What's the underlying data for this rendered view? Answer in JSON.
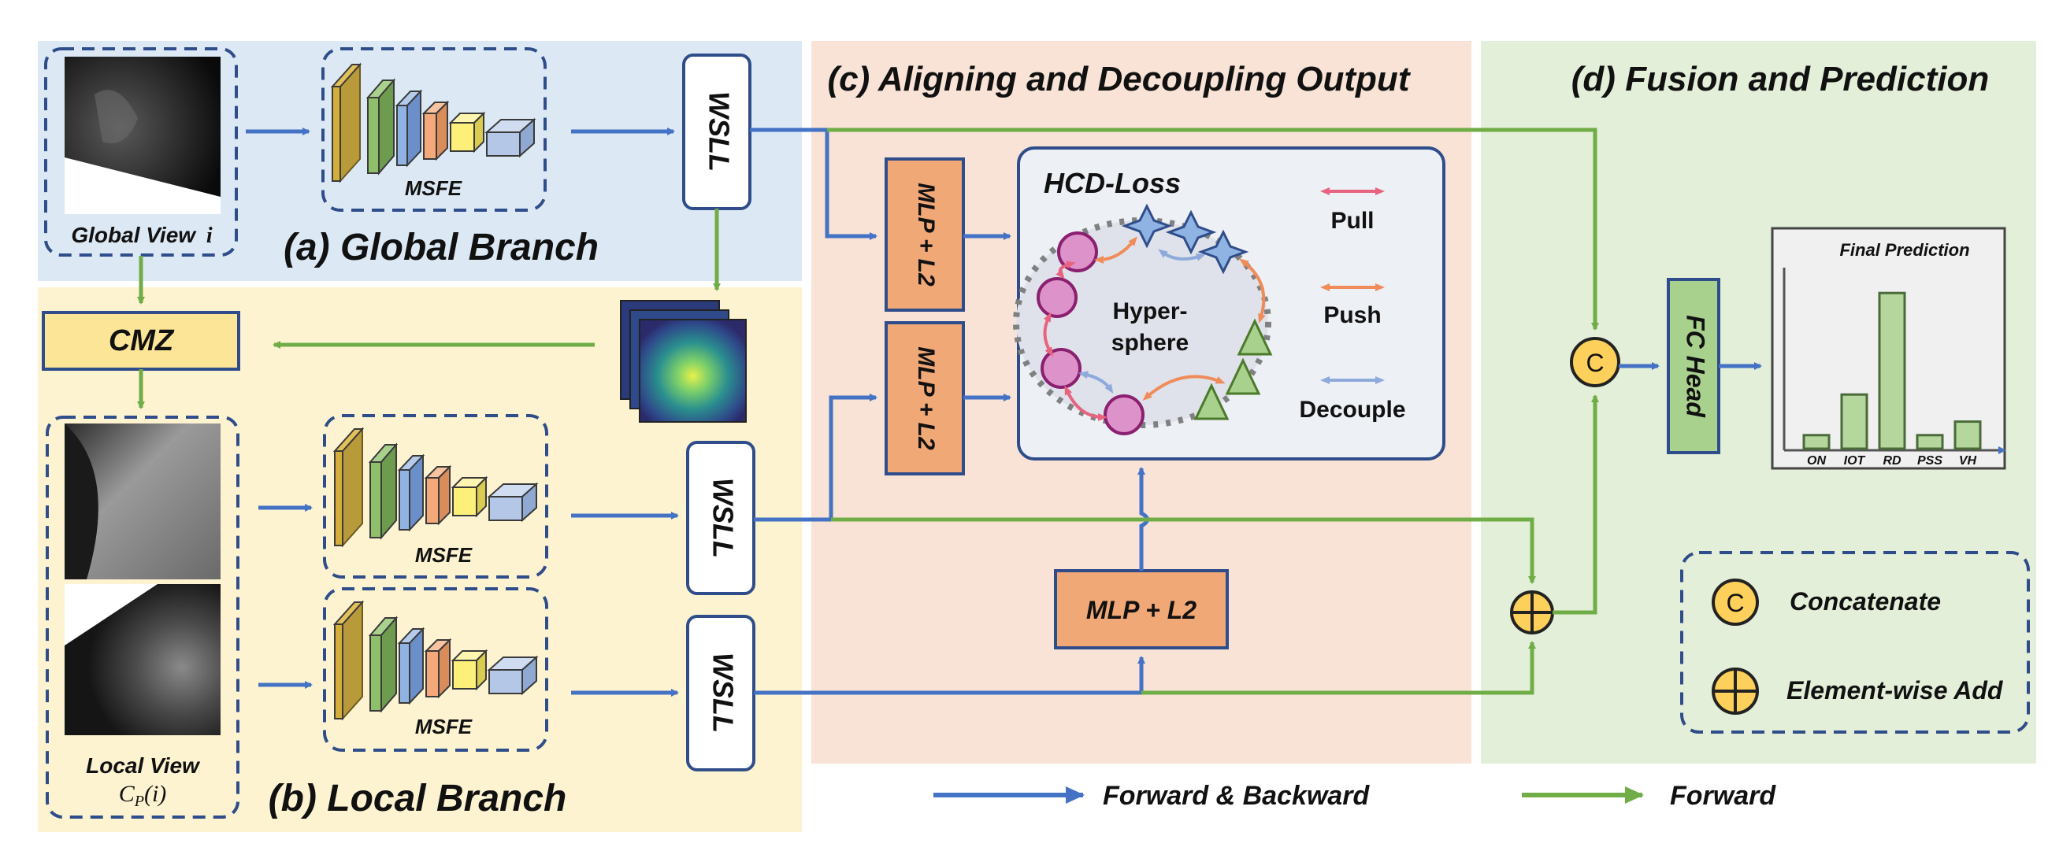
{
  "panels": {
    "global_branch": "(a) Global Branch",
    "local_branch": "(b) Local Branch",
    "aligning": "(c) Aligning and Decoupling Output",
    "fusion": "(d) Fusion and Prediction"
  },
  "inputs": {
    "global_view": "Global View",
    "global_view_var": "i",
    "local_view": "Local View",
    "local_view_expr": "C",
    "local_view_sub": "P",
    "local_view_arg": "(i)"
  },
  "modules": {
    "msfe": "MSFE",
    "wsll": "WSLL",
    "cmz": "CMZ",
    "mlp_l2": "MLP + L2",
    "fc_head": "FC Head"
  },
  "hcd": {
    "title": "HCD-Loss",
    "sphere_line1": "Hyper-",
    "sphere_line2": "sphere",
    "pull": "Pull",
    "push": "Push",
    "decouple": "Decouple"
  },
  "chart_data": {
    "type": "bar",
    "title": "Final Prediction",
    "categories": [
      "ON",
      "IOT",
      "RD",
      "PSS",
      "VH"
    ],
    "values": [
      0.08,
      0.32,
      0.92,
      0.08,
      0.16
    ],
    "ylim": [
      0,
      1
    ],
    "grid": false,
    "bar_color": "#b5d69c"
  },
  "legend": {
    "concat_symbol": "C",
    "concatenate": "Concatenate",
    "element_wise_add": "Element-wise Add",
    "forward_backward": "Forward & Backward",
    "forward": "Forward"
  },
  "colors": {
    "blue_arrow": "#4472c4",
    "green_arrow": "#70ad47",
    "global_bg": "#dce9f5",
    "local_bg": "#fdf3d0",
    "align_bg": "#f8e3d6",
    "fusion_bg": "#e3efd9",
    "mlp_fill": "#f0a877",
    "cmz_fill": "#fde597",
    "fc_fill": "#a9d18e",
    "pull": "#e8637f",
    "push": "#ef8c5a",
    "decouple": "#8eaadb"
  }
}
